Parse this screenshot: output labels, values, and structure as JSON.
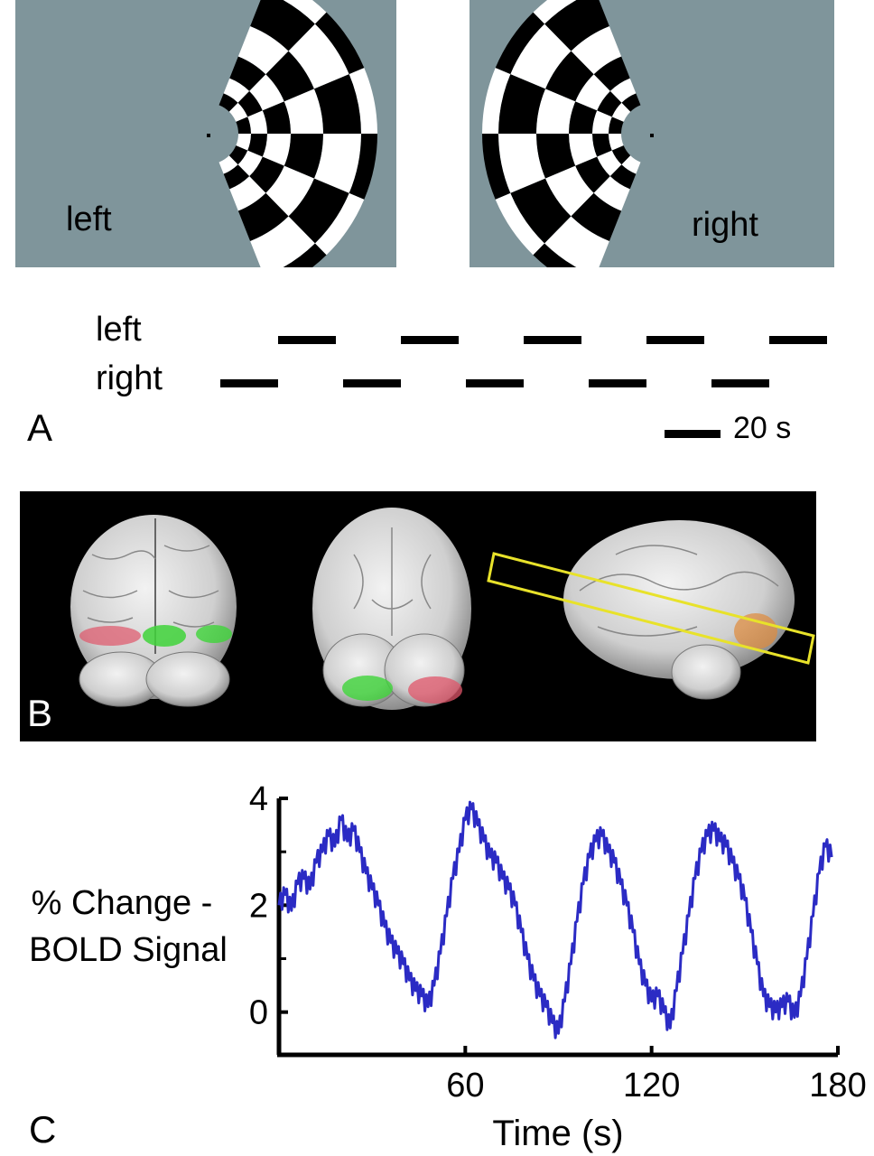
{
  "panel_a": {
    "letter": "A",
    "stimulus_left_label": "left",
    "stimulus_right_label": "right",
    "timeline_left_label": "left",
    "timeline_right_label": "right",
    "scale_label": "20 s"
  },
  "panel_b": {
    "letter": "B"
  },
  "panel_c": {
    "letter": "C"
  },
  "colors": {
    "stimulus_bg": "#7f959b",
    "trace": "#2b2bc4",
    "roi_box": "#e8e22a",
    "left_activation": "#e0566a",
    "right_activation": "#3fd43a"
  },
  "chart_data": {
    "type": "line",
    "title": "",
    "xlabel": "Time (s)",
    "ylabel": [
      "% Change -",
      "BOLD Signal"
    ],
    "xlim": [
      0,
      180
    ],
    "ylim": [
      -0.8,
      4
    ],
    "xticks": [
      60,
      120,
      180
    ],
    "yticks": [
      0,
      2,
      4
    ],
    "grid": false,
    "series": [
      {
        "x": [
          0,
          2,
          4,
          6,
          8,
          10,
          12,
          14,
          16,
          18,
          20,
          22,
          24,
          26,
          28,
          30,
          32,
          34,
          36,
          38,
          40,
          42,
          44,
          46,
          48,
          50,
          52,
          54,
          56,
          58,
          60,
          62,
          64,
          66,
          68,
          70,
          72,
          74,
          76,
          78,
          80,
          82,
          84,
          86,
          88,
          90,
          92,
          94,
          96,
          98,
          100,
          102,
          104,
          106,
          108,
          110,
          112,
          114,
          116,
          118,
          120,
          122,
          124,
          126,
          128,
          130,
          132,
          134,
          136,
          138,
          140,
          142,
          144,
          146,
          148,
          150,
          152,
          154,
          156,
          158,
          160,
          162,
          164,
          166,
          168,
          170,
          172,
          174,
          176,
          178
        ],
        "values": [
          2.0,
          2.2,
          1.9,
          2.4,
          2.5,
          2.3,
          2.8,
          3.0,
          3.3,
          3.1,
          3.6,
          3.2,
          3.4,
          3.0,
          2.6,
          2.3,
          2.0,
          1.6,
          1.3,
          1.1,
          0.9,
          0.6,
          0.4,
          0.3,
          0.1,
          0.5,
          1.1,
          1.8,
          2.5,
          3.0,
          3.6,
          3.8,
          3.5,
          3.2,
          2.9,
          2.8,
          2.5,
          2.3,
          2.0,
          1.5,
          1.0,
          0.6,
          0.3,
          0.1,
          -0.2,
          -0.4,
          0.2,
          0.9,
          1.7,
          2.4,
          2.9,
          3.2,
          3.3,
          3.0,
          2.8,
          2.4,
          2.0,
          1.5,
          0.9,
          0.5,
          0.2,
          0.3,
          0.0,
          -0.3,
          0.4,
          1.1,
          1.8,
          2.5,
          3.0,
          3.3,
          3.4,
          3.2,
          3.1,
          2.8,
          2.5,
          2.1,
          1.5,
          0.9,
          0.3,
          0.1,
          0.0,
          0.1,
          0.2,
          -0.1,
          0.3,
          1.0,
          1.8,
          2.6,
          3.1,
          2.9
        ],
        "color": "#2b2bc4"
      }
    ]
  }
}
